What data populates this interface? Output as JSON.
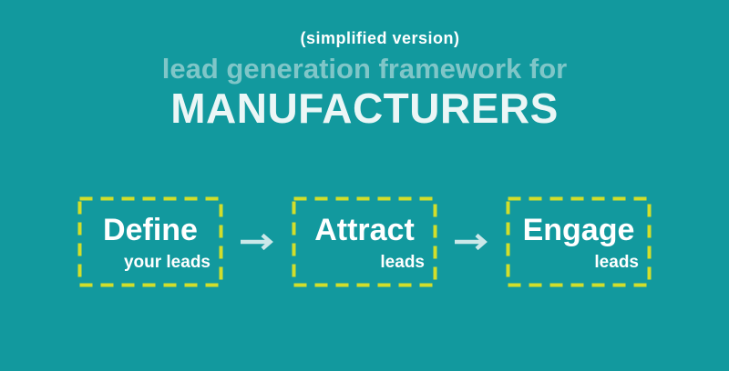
{
  "header": {
    "kicker": "(simplified version)",
    "subtitle": "lead generation framework for",
    "title": "MANUFACTURERS"
  },
  "flow": {
    "steps": [
      {
        "label": "Define",
        "sublabel": "your leads"
      },
      {
        "label": "Attract",
        "sublabel": "leads"
      },
      {
        "label": "Engage",
        "sublabel": "leads"
      }
    ],
    "arrow_icon": "right-arrow"
  },
  "colors": {
    "background": "#12999E",
    "box_border": "#D2DE2B",
    "step_text": "#FFFFFF",
    "kicker_text": "#FDFFFF",
    "subtitle_text": "#7FC6C8",
    "title_text": "#EBF6F6",
    "arrow": "#CBE8E9"
  }
}
